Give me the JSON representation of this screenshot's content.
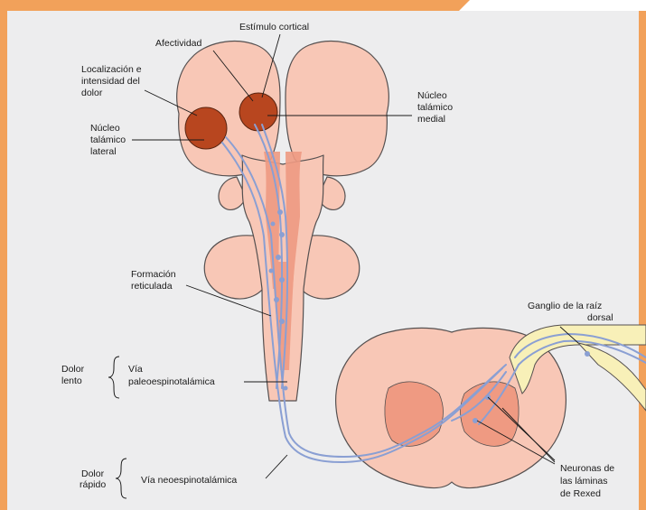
{
  "colors": {
    "frame_orange": "#f2a15a",
    "panel_background": "#ededee",
    "tissue_pink": "#f8c7b6",
    "tissue_outline": "#555050",
    "tract_salmon": "#ef9a82",
    "gray_matter": "#ef9a82",
    "nucleus_brown": "#b8461f",
    "fiber_blue": "#8a9fd3",
    "ganglion_yellow": "#f8f0b8"
  },
  "labels": {
    "estimulo_cortical": "Estímulo cortical",
    "afectividad": "Afectividad",
    "localizacion": [
      "Localización e",
      "intensidad del",
      "dolor"
    ],
    "nucleo_lateral": [
      "Núcleo",
      "talámico",
      "lateral"
    ],
    "nucleo_medial": [
      "Núcleo",
      "talámico",
      "medial"
    ],
    "formacion_reticulada": [
      "Formación",
      "reticulada"
    ],
    "dolor_lento": [
      "Dolor",
      "lento"
    ],
    "via_paleo": [
      "Vía",
      "paleoespinotalámica"
    ],
    "dolor_rapido": [
      "Dolor",
      "rápido"
    ],
    "via_neo": "Vía neoespinotalámica",
    "ganglio": [
      "Ganglio de la raíz",
      "dorsal"
    ],
    "neuronas": [
      "Neuronas de",
      "las láminas",
      "de Rexed"
    ]
  }
}
